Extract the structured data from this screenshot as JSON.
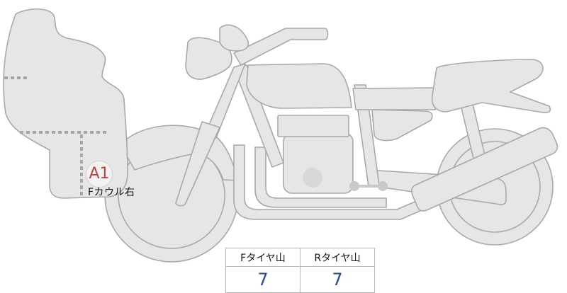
{
  "diagram": {
    "subject": "motorcycle-side-view",
    "colors": {
      "part_fill": "#e6e6e6",
      "part_stroke": "#a9a9a9",
      "marker_text": "#b04848",
      "value_text": "#2b4a8a"
    }
  },
  "markers": [
    {
      "id": "A1",
      "label": "Fカウル右"
    }
  ],
  "tire_table": {
    "headers": [
      "Fタイヤ山",
      "Rタイヤ山"
    ],
    "values": [
      "7",
      "7"
    ]
  }
}
